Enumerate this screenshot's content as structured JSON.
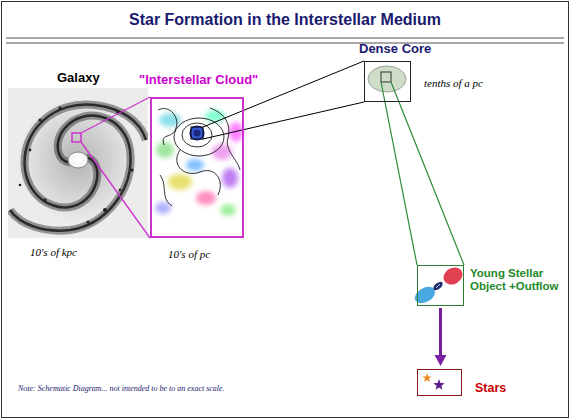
{
  "diagram": {
    "title": "Star Formation in the Interstellar Medium",
    "nodes": [
      {
        "text": [
          "Galaxy",
          "10's of kpc"
        ]
      },
      {
        "text": [
          "\"Interstellar Cloud\"",
          "10's of pc"
        ]
      },
      {
        "text": [
          "Dense Core",
          "tenths of a pc"
        ]
      },
      {
        "text": [
          "Young Stellar Object +Outflow"
        ]
      },
      {
        "text": [
          "Stars"
        ]
      }
    ],
    "edges": [
      {
        "from": 0,
        "to": 1,
        "arrow": "none"
      },
      {
        "from": 1,
        "to": 2,
        "arrow": "none"
      },
      {
        "from": 2,
        "to": 3,
        "arrow": "none"
      },
      {
        "from": 3,
        "to": 4,
        "arrow": "to"
      }
    ],
    "labels": [
      "Note: Schematic Diagram... not intended to be to an exact scale."
    ]
  }
}
